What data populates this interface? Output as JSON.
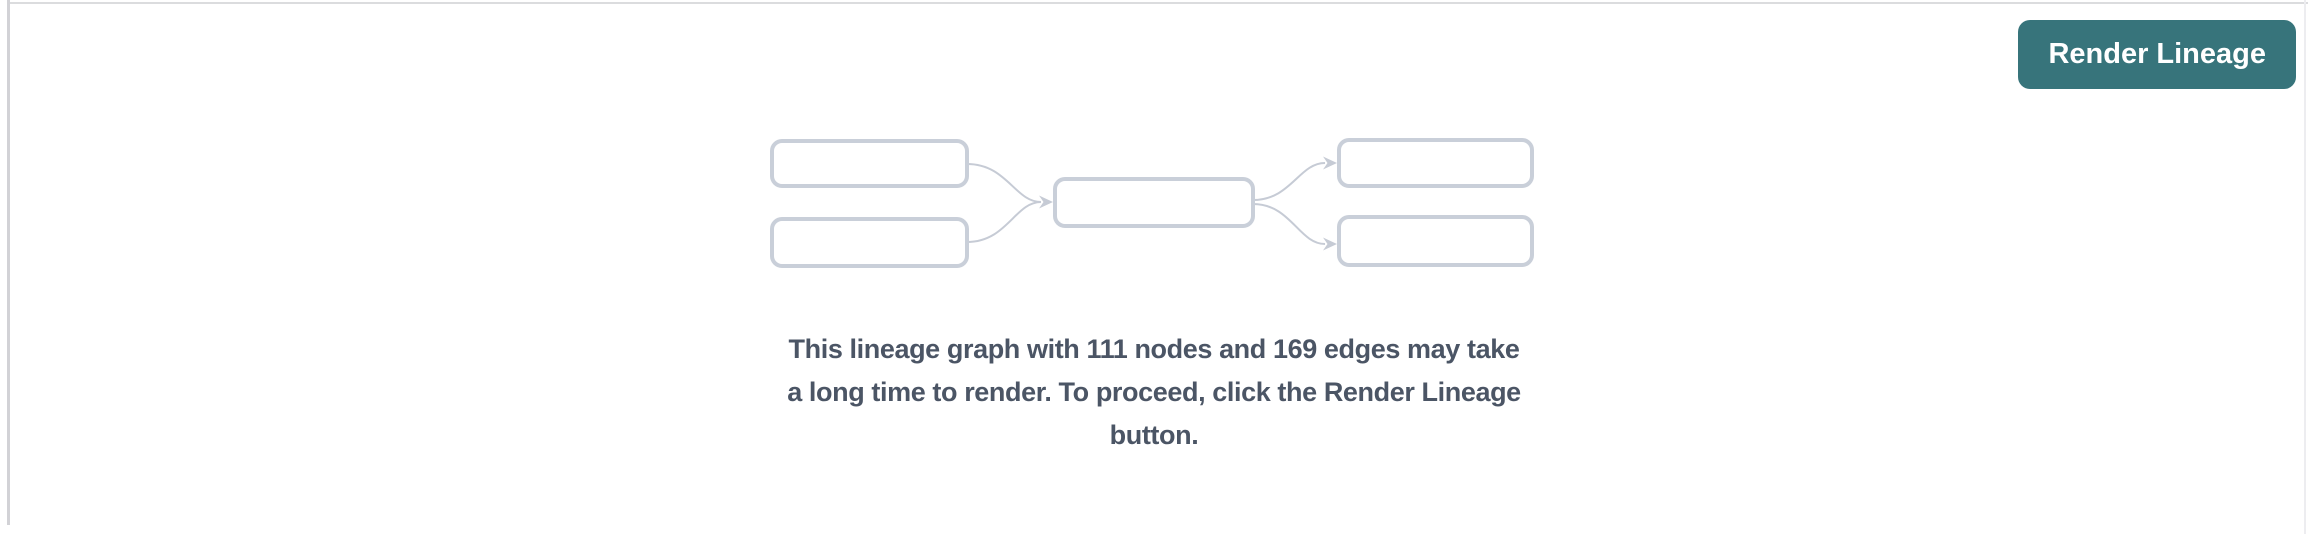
{
  "panel": {
    "background": "#ffffff",
    "top_border_color": "#dbdcde",
    "left_border_color": "#d2d2d6",
    "right_border_color": "#ededf0"
  },
  "toolbar": {
    "render_button_label": "Render Lineage",
    "render_button_bg": "#37747b",
    "render_button_text_color": "#ffffff"
  },
  "placeholder": {
    "node_count": 111,
    "edge_count": 169,
    "message_full": "This lineage graph with 111 nodes and 169 edges may take a long time to render. To proceed, click the Render Lineage button.",
    "message_line1": "This lineage graph with 111 nodes and 169 edges may take",
    "message_line2": "a long time to render. To proceed, click the Render Lineage",
    "message_line3": "button.",
    "message_color": "#4b5565",
    "graphic": {
      "node_fill": "#ffffff",
      "node_border_color": "#c9cfd9",
      "edge_color": "#c6cbd5"
    }
  }
}
